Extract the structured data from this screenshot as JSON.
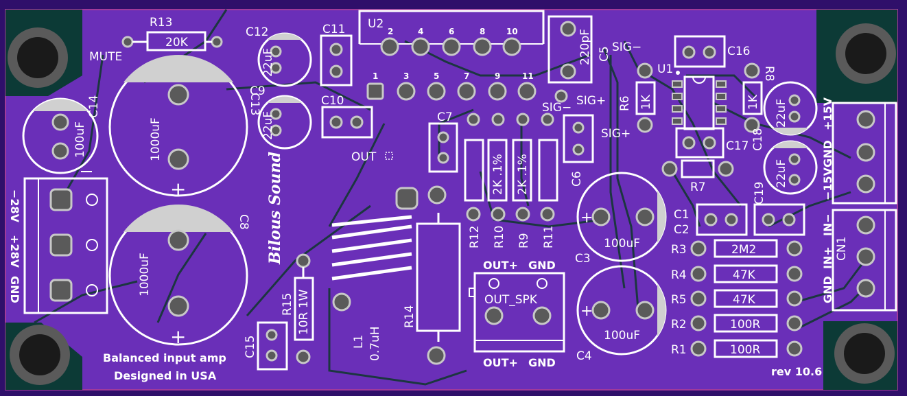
{
  "board": {
    "colors": {
      "substrate": "#2f0f6a",
      "copper": "#6a2fb8",
      "trace": "#1c3640",
      "silk": "#ffffff",
      "pad": "#5a5a5a",
      "padring": "#c8c8c8",
      "corner": "#0c3a36",
      "mount": "#1a1a1a"
    },
    "texts": {
      "mute": "MUTE",
      "r13": "R13",
      "r13_val": "20K",
      "c12": "C12",
      "c12_val": "22uF",
      "c13": "C13",
      "c9": "C9",
      "c9_val": "22uF",
      "c11": "C11",
      "c10": "C10",
      "u2": "U2",
      "u2_pins_top": [
        "2",
        "4",
        "6",
        "8",
        "10"
      ],
      "u2_pins_bot": [
        "1",
        "3",
        "5",
        "7",
        "9",
        "11"
      ],
      "c5_val": "220pF",
      "c5": "C5",
      "sig_minus_1": "SIG−",
      "sig_plus_1": "SIG+",
      "sig_minus_2": "SIG−",
      "sig_plus_2": "SIG+",
      "u1": "U1",
      "c16": "C16",
      "r6": "R6",
      "r6_val": "1K",
      "r8": "R8",
      "r8_val": "1K",
      "c17": "C17",
      "c18": "C18",
      "c18_val": "22uF",
      "r7": "R7",
      "c19": "C19",
      "c19_val": "22uF",
      "v15": "+15V",
      "gnd1": "GND",
      "vm15": "−15V",
      "c14": "C14",
      "c14_val": "100uF",
      "c8_top": "1000uF",
      "c8": "C8",
      "c8_val": "1000uF",
      "out": "OUT",
      "c7": "C7",
      "c6": "C6",
      "r12": "R12",
      "r10": "R10",
      "r10_val": "2K .1%",
      "r9": "R9",
      "r9_val": "2K .1%",
      "r11": "R11",
      "bilous": "Bilous Sound",
      "c3_val": "100uF",
      "c3": "C3",
      "c4_val": "100uF",
      "c4": "C4",
      "c1": "C1",
      "c2": "C2",
      "r3": "R3",
      "r3_val": "2M2",
      "r4": "R4",
      "r4_val": "47K",
      "r5": "R5",
      "r5_val": "47K",
      "r2": "R2",
      "r2_val": "100R",
      "r1": "R1",
      "r1_val": "100R",
      "in_minus": "IN−",
      "in_plus": "IN+",
      "gnd_in": "GND",
      "cn1": "CN1",
      "v28m": "−28V",
      "v28p": "+28V",
      "gnd_pwr": "GND",
      "r15": "R15",
      "r15_val": "10R 1W",
      "c15": "C15",
      "l1": "L1",
      "l1_val": "0.7uH",
      "r14": "R14",
      "out_plus_top": "OUT+",
      "gnd_top": "GND",
      "out_spk": "OUT_SPK",
      "out_plus_bot": "OUT+",
      "gnd_bot": "GND",
      "balanced": "Balanced input amp",
      "designed": "Designed in USA",
      "rev": "rev 10.6",
      "plus": "+"
    }
  }
}
